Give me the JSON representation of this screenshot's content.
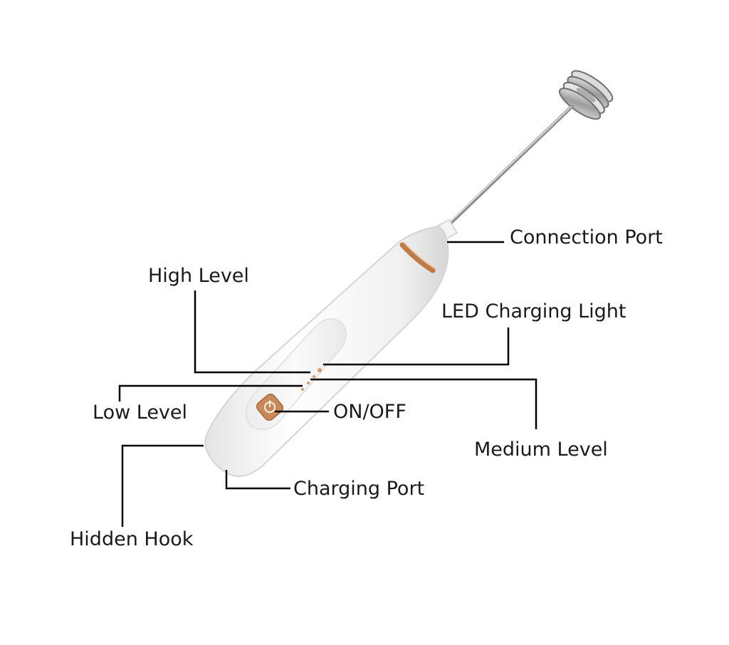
{
  "labels": {
    "connection_port": "Connection Port",
    "high_level": "High Level",
    "led_charging_light": "LED Charging Light",
    "low_level": "Low Level",
    "on_off": "ON/OFF",
    "medium_level": "Medium Level",
    "charging_port": "Charging Port",
    "hidden_hook": "Hidden Hook"
  },
  "colors": {
    "body": "#f3f3f3",
    "accent": "#c07a45",
    "metal": "#b8b8b8",
    "line": "#000000"
  }
}
